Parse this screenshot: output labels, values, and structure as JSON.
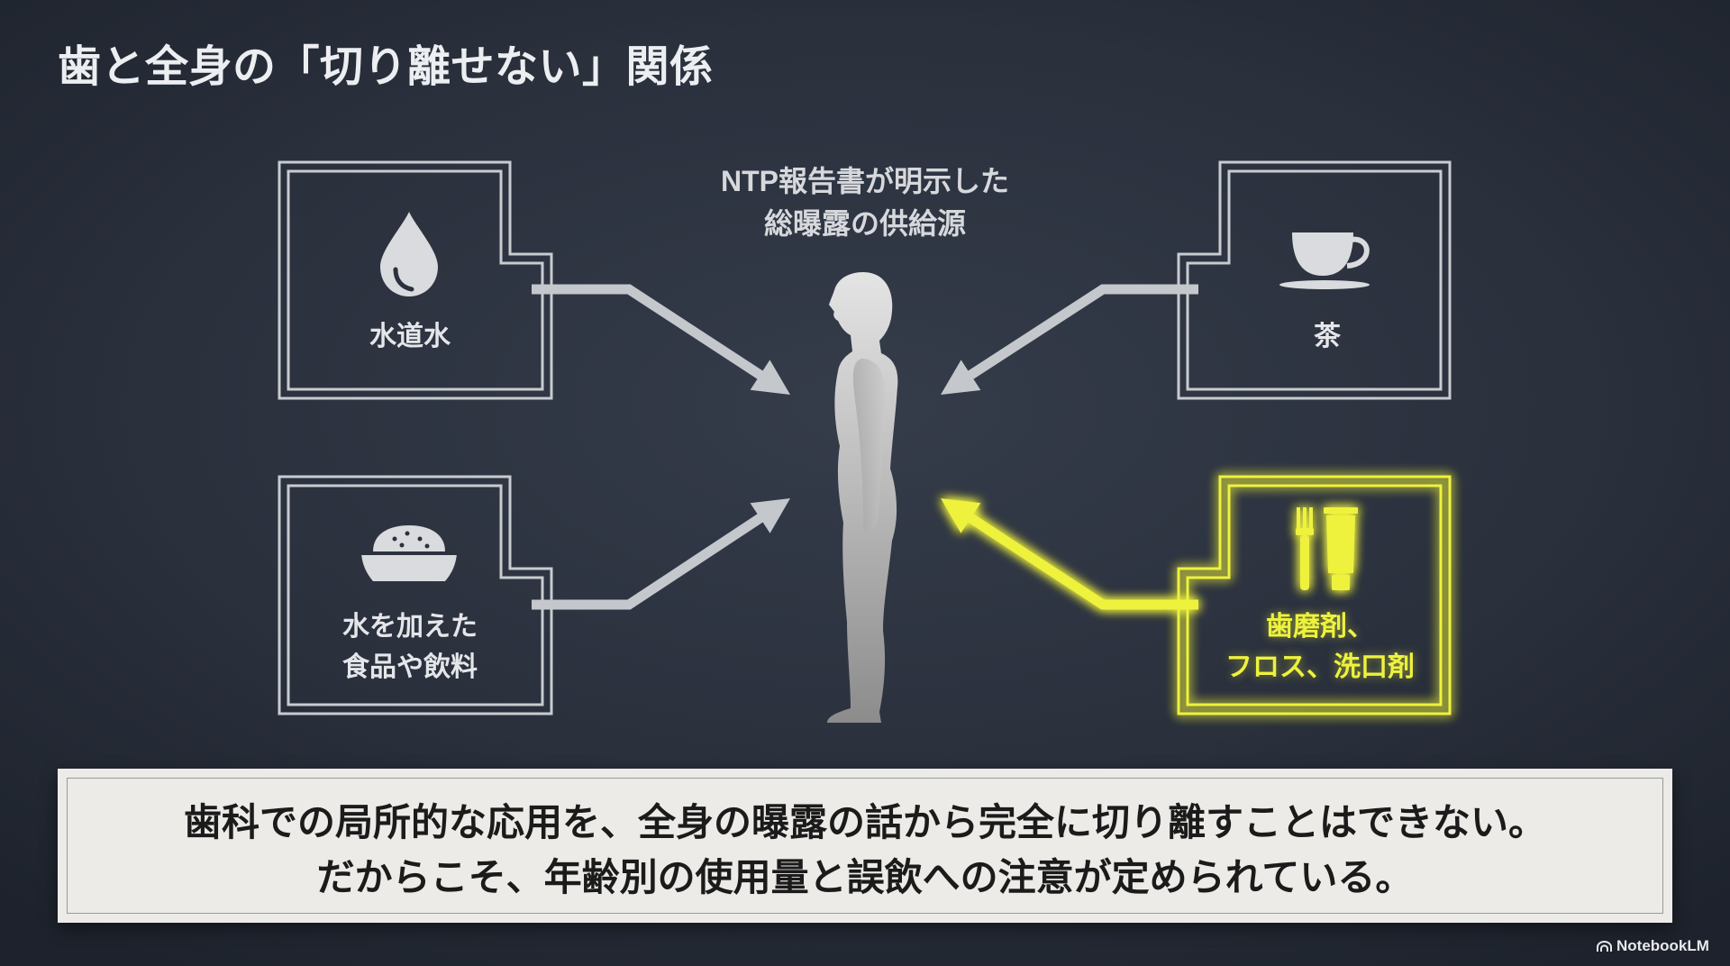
{
  "slide": {
    "title": "歯と全身の「切り離せない」関係",
    "center_label": [
      "NTP報告書が明示した",
      "総曝露の供給源"
    ],
    "figure_icon": "human-silhouette-icon",
    "sources": [
      {
        "label_lines": [
          "水道水"
        ],
        "icon": "water-drop-icon",
        "highlighted": false
      },
      {
        "label_lines": [
          "茶"
        ],
        "icon": "tea-cup-icon",
        "highlighted": false
      },
      {
        "label_lines": [
          "水を加えた",
          "食品や飲料"
        ],
        "icon": "food-bowl-icon",
        "highlighted": false
      },
      {
        "label_lines": [
          "歯磨剤、",
          "フロス、洗口剤"
        ],
        "icon": "toothbrush-toothpaste-icon",
        "highlighted": true
      }
    ],
    "caption": [
      "歯科での局所的な応用を、全身の曝露の話から完全に切り離すことはできない。",
      "だからこそ、年齢別の使用量と誤飲への注意が定められている。"
    ]
  },
  "branding": {
    "watermark": "NotebookLM",
    "icon": "notebooklm-logo-icon"
  },
  "colors": {
    "background": "#272d39",
    "accent": "#eef23c",
    "line": "#c8cbd0",
    "caption_bg": "#ecebe7",
    "text_light": "#eceef1",
    "text_dark": "#1b1b1b"
  }
}
